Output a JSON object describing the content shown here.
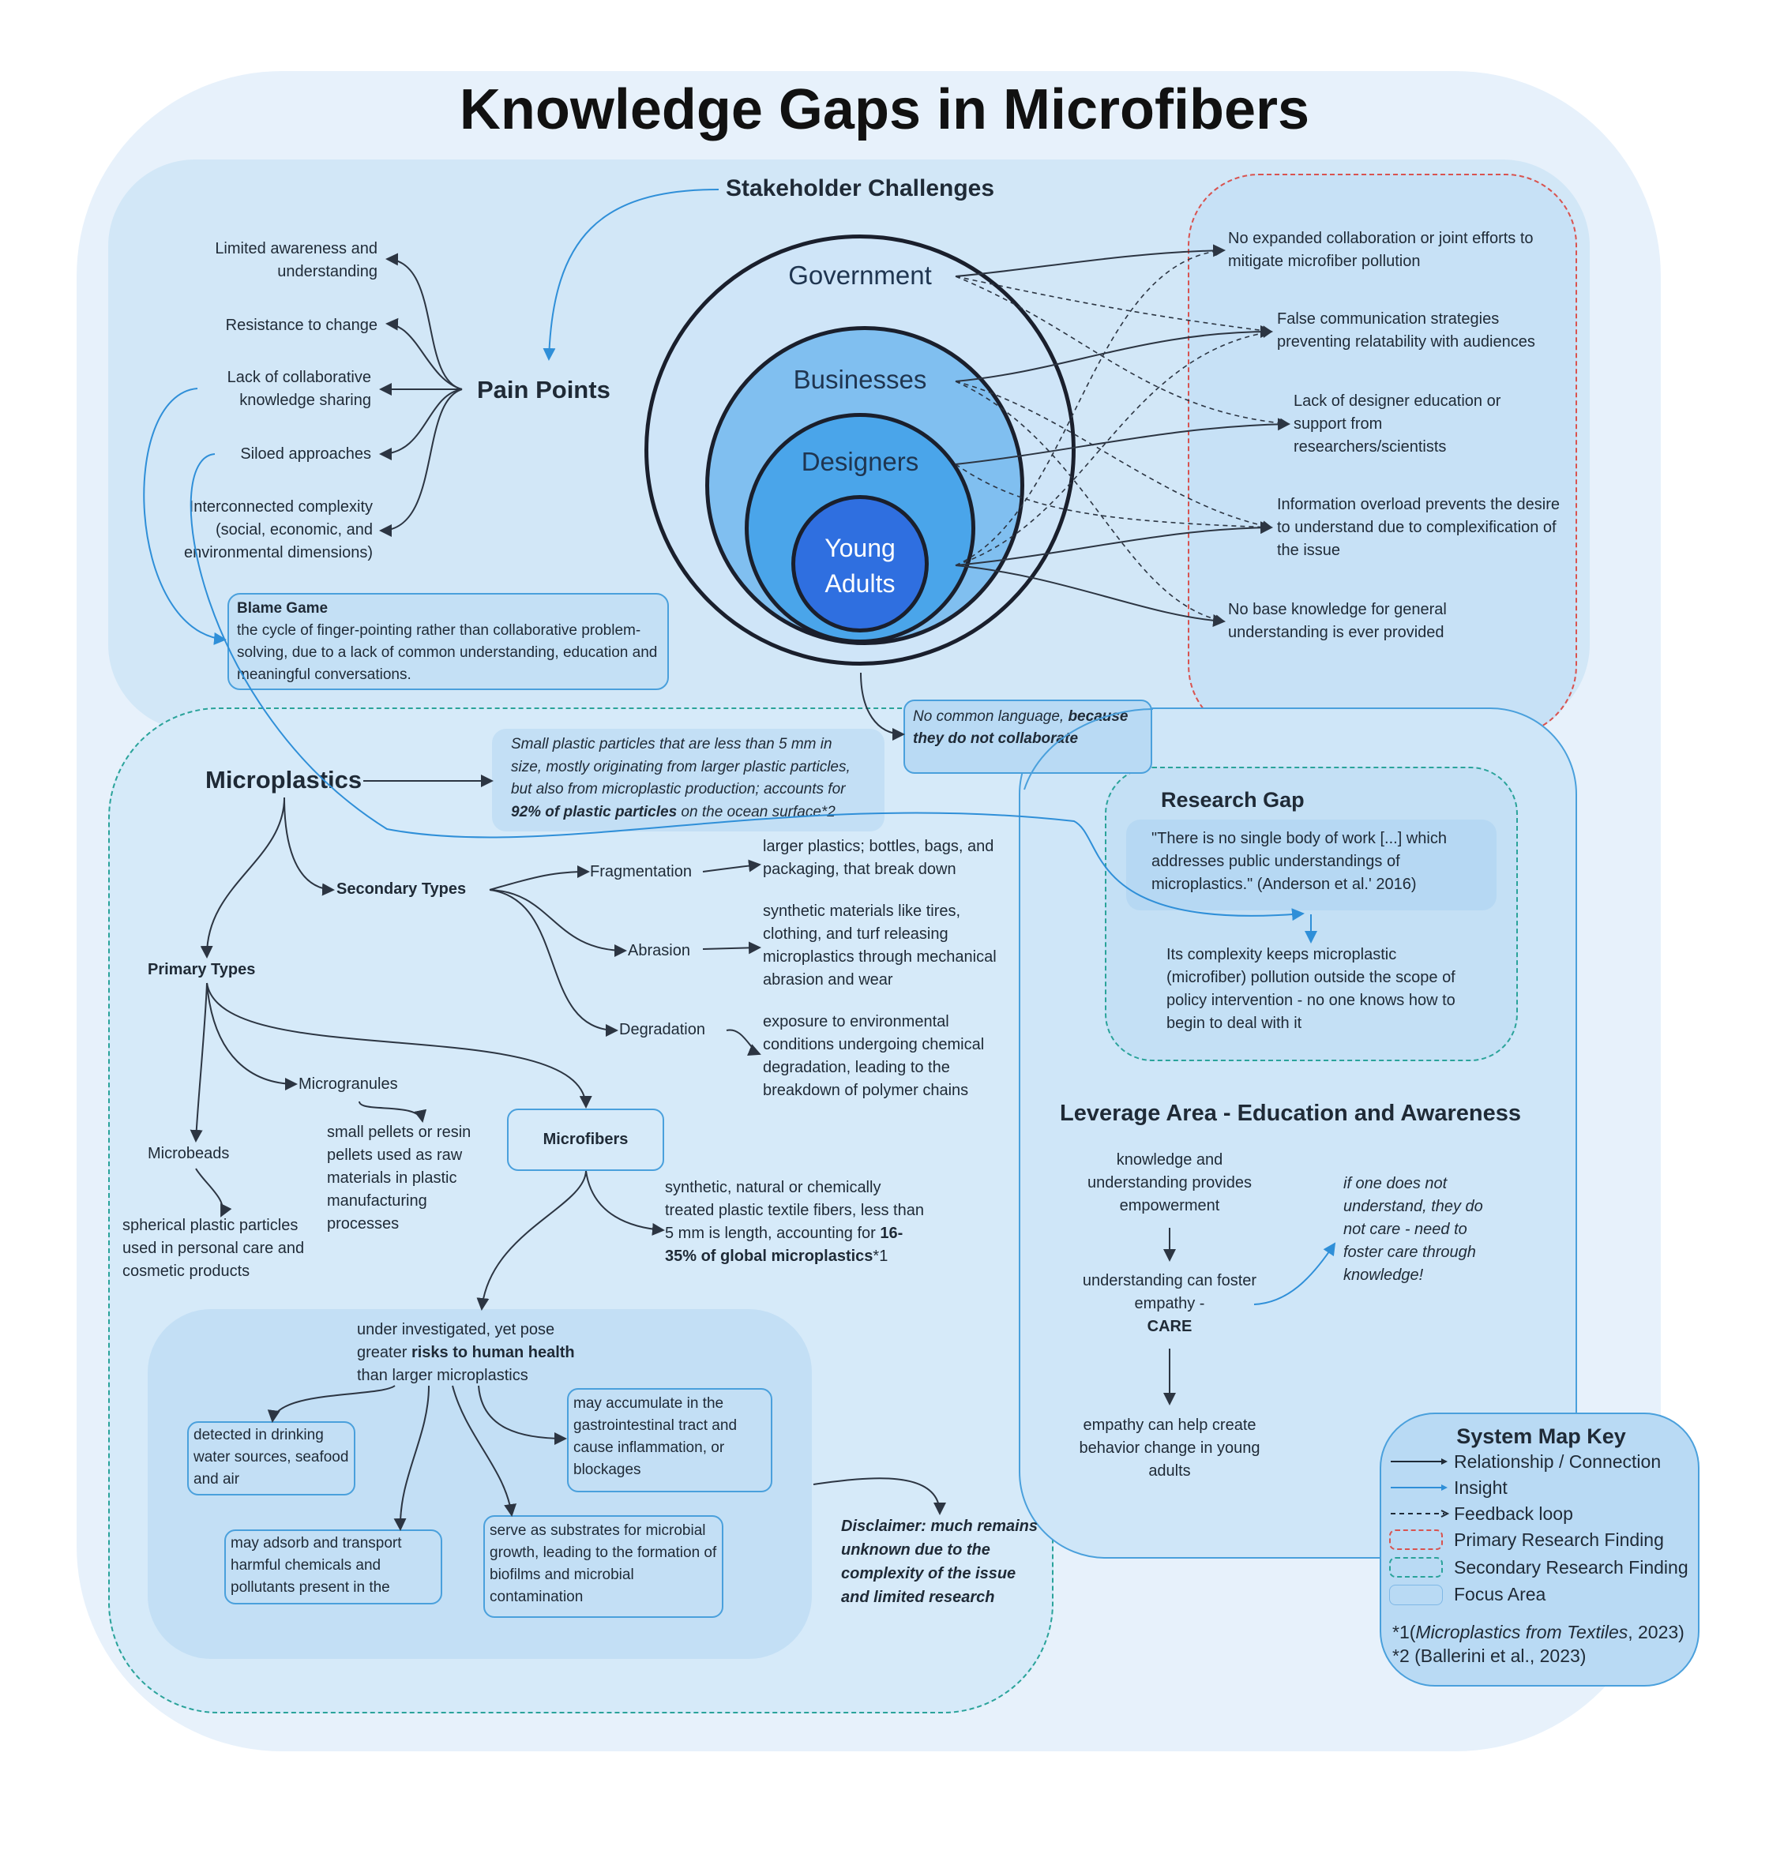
{
  "title": "Knowledge Gaps in Microfibers",
  "stakeholder": {
    "heading": "Stakeholder Challenges",
    "rings": [
      "Government",
      "Businesses",
      "Designers",
      "Young Adults"
    ]
  },
  "pain_points": {
    "heading": "Pain Points",
    "items": [
      "Limited awareness and understanding",
      "Resistance to change",
      "Lack of collaborative knowledge sharing",
      "Siloed approaches",
      "Interconnected complexity (social, economic, and environmental dimensions)"
    ]
  },
  "blame_game": {
    "title": "Blame Game",
    "body": "the cycle of finger-pointing rather than collaborative problem-solving, due to a lack of common understanding, education and meaningful conversations."
  },
  "primary_findings": [
    "No expanded collaboration or joint efforts to mitigate microfiber pollution",
    "False communication strategies preventing relatability with audiences",
    "Lack of designer education or support from researchers/scientists",
    "Information overload prevents the desire to understand due to complexification of the issue",
    "No base knowledge for general understanding is ever provided"
  ],
  "common_language": {
    "normal": "No common language, ",
    "bold": "because they do not collaborate"
  },
  "microplastics": {
    "heading": "Microplastics",
    "definition": {
      "text": "Small plastic particles that are less than 5 mm in size, mostly originating from larger plastic particles, but also from microplastic production; accounts for ",
      "bold": "92% of plastic particles",
      "tail": " on the ocean surface*2"
    },
    "secondary_types": "Secondary Types",
    "fragmentation": "Fragmentation",
    "fragmentation_desc": "larger plastics; bottles, bags, and packaging, that break down",
    "abrasion": "Abrasion",
    "abrasion_desc": "synthetic materials like tires, clothing, and turf releasing microplastics through mechanical abrasion and wear",
    "degradation": "Degradation",
    "degradation_desc": "exposure to environmental conditions undergoing chemical degradation, leading to the breakdown of polymer chains",
    "primary_types": "Primary Types",
    "microgranules": "Microgranules",
    "microgranules_desc": "small pellets or resin pellets used as raw materials in plastic manufacturing processes",
    "microbeads": "Microbeads",
    "microbeads_desc": "spherical plastic particles used in personal care and cosmetic products",
    "microfibers": "Microfibers",
    "microfibers_desc": {
      "text": "synthetic, natural or chemically treated plastic textile fibers, less than 5 mm is length, accounting for ",
      "bold": "16-35% of global microplastics",
      "tail": "*1"
    }
  },
  "health": {
    "heading": {
      "text": "under investigated, yet pose greater ",
      "bold": "risks to human health",
      "tail": " than larger microplastics"
    },
    "items": [
      "detected in drinking water sources, seafood and air",
      "may accumulate in the gastrointestinal tract and cause inflammation, or blockages",
      "may adsorb and transport harmful chemicals and pollutants present in the",
      "serve as substrates for microbial growth, leading to the formation of biofilms and microbial contamination"
    ]
  },
  "disclaimer": "Disclaimer: much remains unknown due to the complexity of the issue and limited research",
  "research_gap": {
    "heading": "Research Gap",
    "quote": "\"There is no single body of work [...] which addresses public understandings of microplastics.\" (Anderson et al.' 2016)",
    "insight": "Its complexity keeps microplastic (microfiber) pollution outside the scope of policy intervention - no one knows how to begin to deal with it"
  },
  "leverage": {
    "heading": "Leverage Area - Education and Awareness",
    "step1": "knowledge and understanding provides empowerment",
    "step2": "understanding can foster empathy -",
    "step2_bold": "CARE",
    "step3": "empathy can help create behavior change in young adults",
    "aside": "if one does not understand, they do not care - need to foster care through knowledge!"
  },
  "key": {
    "title": "System Map Key",
    "items": [
      "Relationship / Connection",
      "Insight",
      "Feedback loop",
      "Primary Research Finding",
      "Secondary Research Finding",
      "Focus Area"
    ],
    "ref1_prefix": "*1(",
    "ref1_italic": "Microplastics from Textiles",
    "ref1_suffix": ", 2023)",
    "ref2": "*2 (Ballerini et al., 2023)"
  },
  "colors": {
    "outer": "#e7f1fb",
    "panel": "#d2e7f7",
    "primary_dash": "#d9534f",
    "secondary_dash": "#2aa39a",
    "insight": "#2f8fd8",
    "ring1": "#d0e6f8",
    "ring2": "#80bff0",
    "ring3": "#4aa5ea",
    "ring4": "#2f6fe0"
  }
}
